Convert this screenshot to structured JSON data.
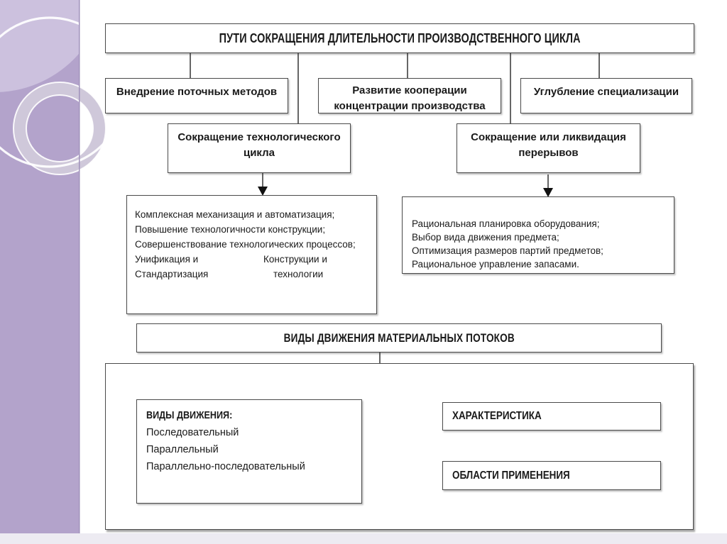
{
  "slide": {
    "title": "ПУТИ СОКРАЩЕНИЯ ДЛИТЕЛЬНОСТИ ПРОИЗВОДСТВЕННОГО ЦИКЛА",
    "level2": {
      "flow_methods": "Внедрение поточных методов",
      "cooperation": "Развитие кооперации концентрации производства",
      "specialization": "Углубление специализации"
    },
    "level3": {
      "tech_cycle": "Сокращение технологического цикла",
      "breaks": "Сокращение или ликвидация перерывов"
    },
    "tech_cycle_measures": {
      "lines": [
        "Комплексная механизация и автоматизация;",
        "Повышение технологичности конструкции;",
        "Совершенствование технологических процессов;"
      ],
      "pairs": [
        {
          "left": "Унификация и",
          "right": "Конструкции и"
        },
        {
          "left": "Стандартизация",
          "right": "технологии"
        }
      ]
    },
    "breaks_measures": {
      "lines": [
        "Рациональная планировка оборудования;",
        "Выбор вида движения предмета;",
        "Оптимизация размеров партий предметов;",
        "Рациональное управление запасами."
      ]
    },
    "flows_title": "ВИДЫ ДВИЖЕНИЯ МАТЕРИАЛЬНЫХ ПОТОКОВ",
    "movement_types": {
      "heading": "ВИДЫ ДВИЖЕНИЯ:",
      "items": [
        "Последовательный",
        "Параллельный",
        "Параллельно-последовательный"
      ]
    },
    "characteristic_label": "ХАРАКТЕРИСТИКА",
    "application_label": "ОБЛАСТИ ПРИМЕНЕНИЯ"
  },
  "colors": {
    "sidebar": "#b3a3cb",
    "sidebar_light": "#ccc1de",
    "ring_fill": "#cfc8da",
    "ring_edge": "#ffffff",
    "box_border": "#4a4a4a",
    "connector": "#3f3f3f",
    "bottom_band": "#edebf2"
  }
}
